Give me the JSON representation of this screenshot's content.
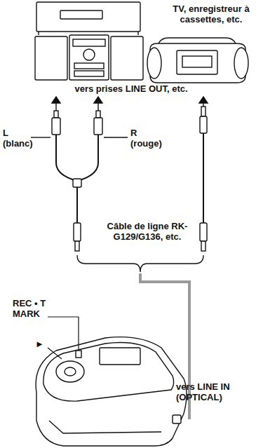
{
  "diagram": {
    "labels": [
      "TV, enregistreur à cassettes, etc.",
      "vers prises LINE OUT, etc.",
      "L (blanc)",
      "R (rouge)",
      "Câble de ligne RK-G129/G136, etc.",
      "REC • T MARK",
      "►",
      "vers LINE IN (OPTICAL)"
    ]
  }
}
